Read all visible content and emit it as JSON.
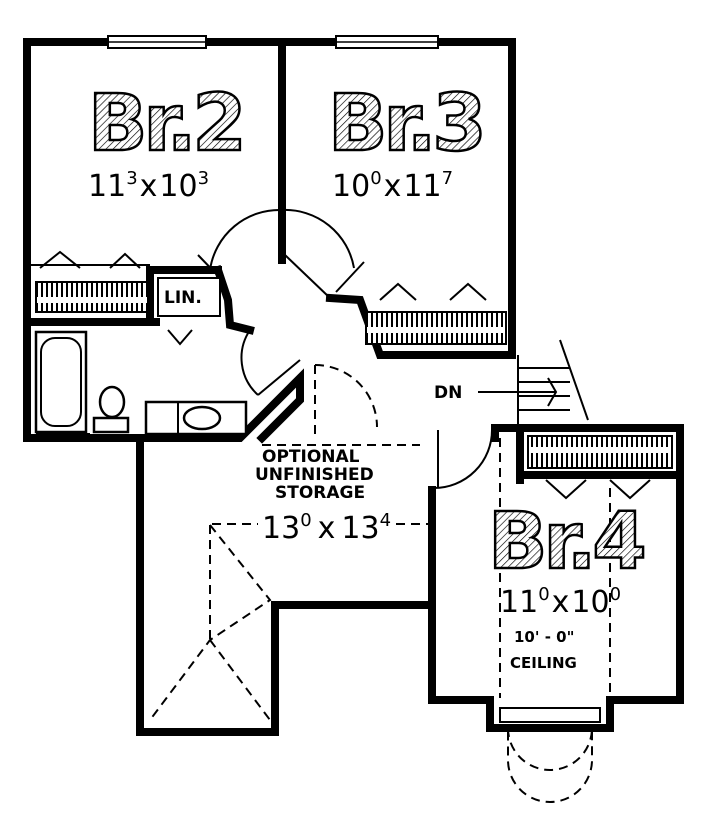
{
  "rooms": [
    {
      "name": "Br.2",
      "dim_w": "11",
      "dim_w_sup": "3",
      "sep": "x",
      "dim_h": "10",
      "dim_h_sup": "3"
    },
    {
      "name": "Br.3",
      "dim_w": "10",
      "dim_w_sup": "0",
      "sep": "x",
      "dim_h": "11",
      "dim_h_sup": "7"
    },
    {
      "name": "Br.4",
      "dim_w": "11",
      "dim_w_sup": "0",
      "sep": "x",
      "dim_h": "10",
      "dim_h_sup": "0"
    }
  ],
  "linen_label": "LIN.",
  "stair_label": "DN",
  "storage": {
    "line1": "OPTIONAL",
    "line2": "UNFINISHED",
    "line3": "STORAGE",
    "dim_w": "13",
    "dim_w_sup": "0",
    "sep": "x",
    "dim_h": "13",
    "dim_h_sup": "4"
  },
  "ceiling": {
    "line1": "10' - 0\"",
    "line2": "CEILING"
  }
}
